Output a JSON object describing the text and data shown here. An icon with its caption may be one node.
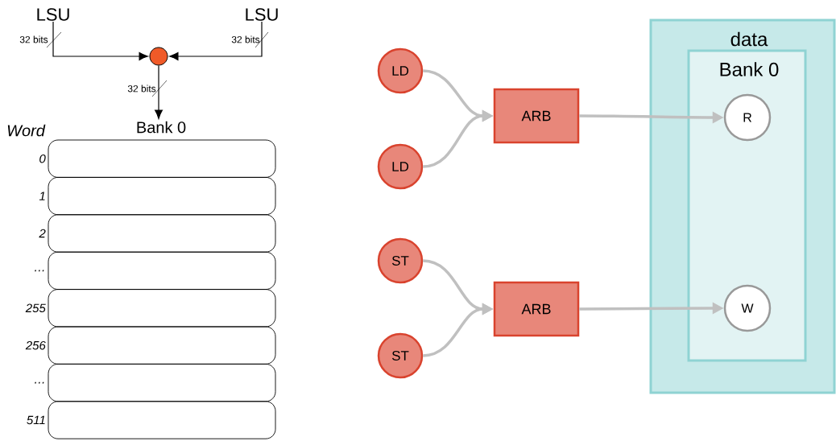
{
  "diagram": {
    "nodes": [
      {
        "text": [
          "LSU"
        ]
      },
      {
        "text": [
          "LSU"
        ]
      },
      {
        "text": [],
        "shape": "circle"
      },
      {
        "text": [
          "Bank 0"
        ]
      },
      {
        "text": [
          "data"
        ]
      },
      {
        "text": [
          "Bank 0"
        ],
        "in": 4
      },
      {
        "text": [
          "R"
        ],
        "in": 5
      },
      {
        "text": [
          "W"
        ],
        "in": 5
      },
      {
        "text": [
          "LD"
        ]
      },
      {
        "text": [
          "LD"
        ]
      },
      {
        "text": [
          "ARB"
        ]
      },
      {
        "text": [
          "ST"
        ]
      },
      {
        "text": [
          "ST"
        ]
      },
      {
        "text": [
          "ARB"
        ]
      }
    ],
    "edges": [
      {
        "from": 0,
        "to": 2,
        "arrow": "to",
        "label": "32 bits",
        "color": "#000000"
      },
      {
        "from": 1,
        "to": 2,
        "arrow": "to",
        "label": "32 bits",
        "color": "#000000"
      },
      {
        "from": 2,
        "to": 3,
        "arrow": "to",
        "label": "32 bits",
        "color": "#000000"
      },
      {
        "from": 8,
        "to": 10,
        "arrow": "to"
      },
      {
        "from": 9,
        "to": 10,
        "arrow": "to"
      },
      {
        "from": 10,
        "to": 6,
        "arrow": "to"
      },
      {
        "from": 11,
        "to": 13,
        "arrow": "to"
      },
      {
        "from": 12,
        "to": 13,
        "arrow": "to"
      },
      {
        "from": 13,
        "to": 7,
        "arrow": "to"
      }
    ],
    "labels": [
      "Word",
      "0",
      "1",
      "2",
      "…",
      "255",
      "256",
      "…",
      "511"
    ]
  }
}
